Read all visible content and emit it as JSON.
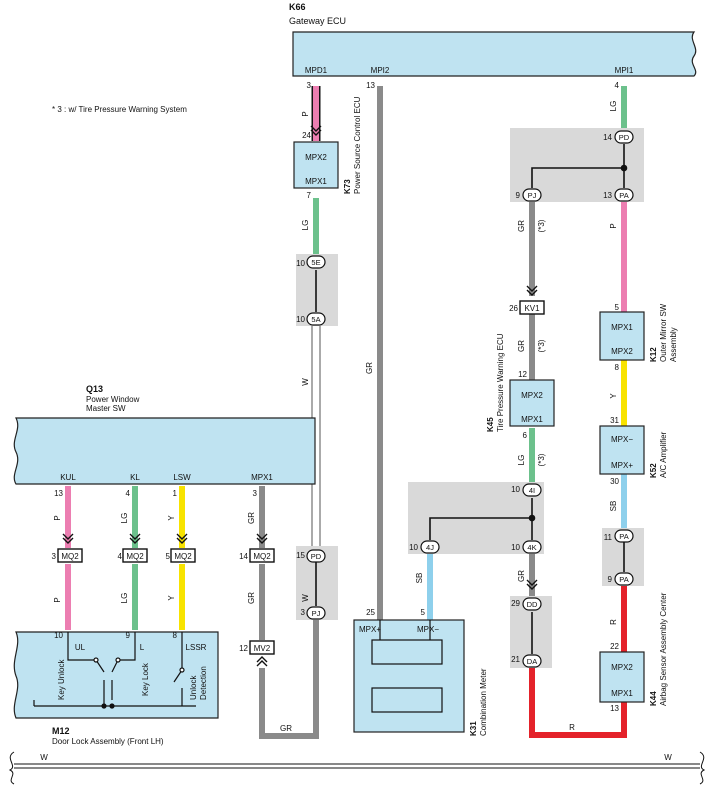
{
  "note": "* 3 : w/ Tire Pressure Warning System",
  "colors": {
    "P": "#ec7eb1",
    "LG": "#6cc18c",
    "GR": "#8a8a8a",
    "Y": "#f8e300",
    "SB": "#8ed0ec",
    "R": "#e4222a",
    "W": "#ffffff",
    "ecu_fill": "#bfe3f1",
    "junction": "#d9d9d9"
  },
  "components": {
    "k66": {
      "id": "K66",
      "name": "Gateway ECU",
      "pins": [
        "MPD1",
        "MPI2",
        "MPI1"
      ]
    },
    "k73": {
      "id": "K73",
      "name": "Power Source Control ECU",
      "pins": [
        "MPX2",
        "MPX1"
      ]
    },
    "q13": {
      "id": "Q13",
      "name": "Power Window",
      "name2": "Master SW",
      "pins": [
        "KUL",
        "KL",
        "LSW",
        "MPX1"
      ]
    },
    "m12": {
      "id": "M12",
      "name": "Door Lock Assembly (Front LH)",
      "pins": [
        "UL",
        "L",
        "LSSR"
      ],
      "labels": [
        "Key Unlock",
        "Key Lock",
        "Unlock",
        "Detection"
      ]
    },
    "k31": {
      "id": "K31",
      "name": "Combination Meter",
      "pins": [
        "MPX+",
        "MPX−"
      ]
    },
    "k45": {
      "id": "K45",
      "name": "Tire Pressure Warning ECU",
      "pins": [
        "MPX2",
        "MPX1"
      ]
    },
    "k12": {
      "id": "K12",
      "name": "Outer Mirror SW",
      "name2": "Assembly",
      "pins": [
        "MPX1",
        "MPX2"
      ]
    },
    "k52": {
      "id": "K52",
      "name": "A/C Amplifier",
      "pins": [
        "MPX−",
        "MPX+"
      ]
    },
    "k44": {
      "id": "K44",
      "name": "Airbag Sensor Assembly Center",
      "pins": [
        "MPX2",
        "MPX1"
      ]
    }
  },
  "connectors": [
    "MQ2",
    "MV2",
    "PD",
    "PJ",
    "PA",
    "KV1",
    "4I",
    "4J",
    "4K",
    "DD",
    "DA",
    "5E",
    "5A"
  ],
  "wires": [
    "P",
    "LG",
    "GR",
    "Y",
    "SB",
    "R",
    "W",
    "(*3)"
  ],
  "pin_numbers": [
    "3",
    "24",
    "7",
    "10",
    "13",
    "4",
    "14",
    "9",
    "26",
    "12",
    "6",
    "5",
    "8",
    "31",
    "30",
    "11",
    "29",
    "21",
    "22",
    "1",
    "15",
    "25"
  ]
}
